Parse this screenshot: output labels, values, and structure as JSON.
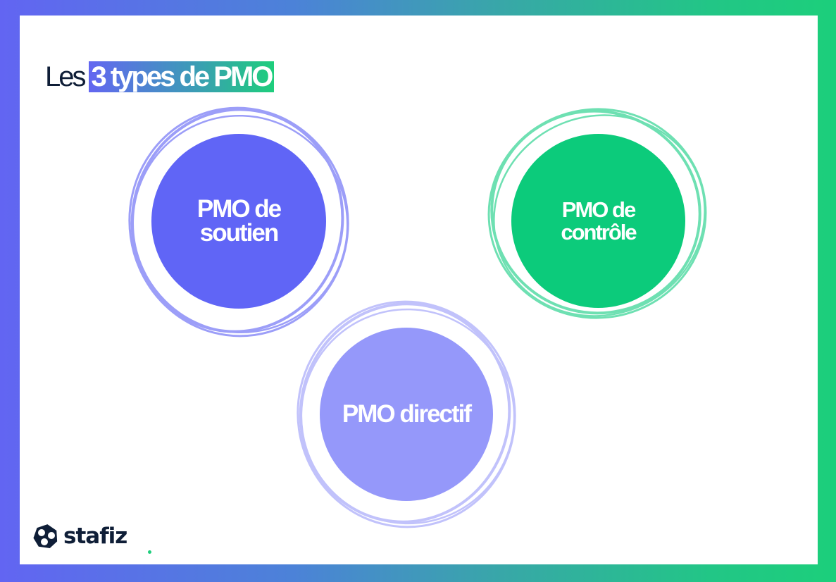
{
  "title": {
    "prefix": "Les",
    "highlight": "3 types de PMO"
  },
  "colors": {
    "accent_indigo": "#6065F6",
    "accent_green": "#0CCB7B",
    "accent_lavender": "#9598FA",
    "text_dark": "#0F1E37"
  },
  "types": [
    {
      "label_line1": "PMO de",
      "label_line2": "soutien",
      "color": "#6065F6"
    },
    {
      "label_line1": "PMO de",
      "label_line2": "contrôle",
      "color": "#0CCB7B"
    },
    {
      "label_line1": "PMO directif",
      "label_line2": "",
      "color": "#9598FA"
    }
  ],
  "brand": {
    "name": "stafiz",
    "logo_icon": "stafiz-logo-icon"
  }
}
